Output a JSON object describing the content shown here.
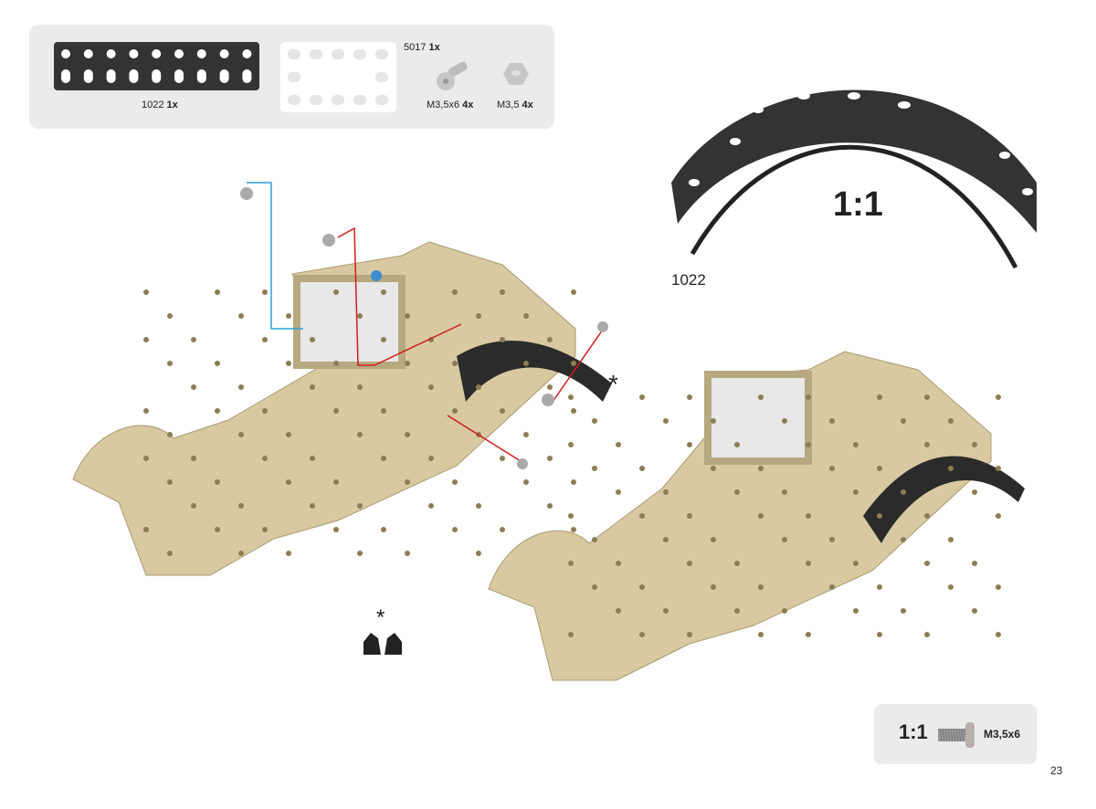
{
  "parts": [
    {
      "code": "1022",
      "qty": "1x"
    },
    {
      "code": "5017",
      "qty": "1x"
    },
    {
      "code": "M3,5x6",
      "qty": "4x"
    },
    {
      "code": "M3,5",
      "qty": "4x"
    }
  ],
  "scale_view": {
    "ratio": "1:1",
    "part": "1022"
  },
  "screw_scale": {
    "ratio": "1:1",
    "part": "M3,5x6"
  },
  "asterisk": "*",
  "page_number": "23",
  "colors": {
    "tan": "#d9c9a0",
    "dark": "#333333",
    "blue": "#2a9fd6",
    "red": "#d01c1c",
    "panel": "#ebebeb"
  }
}
